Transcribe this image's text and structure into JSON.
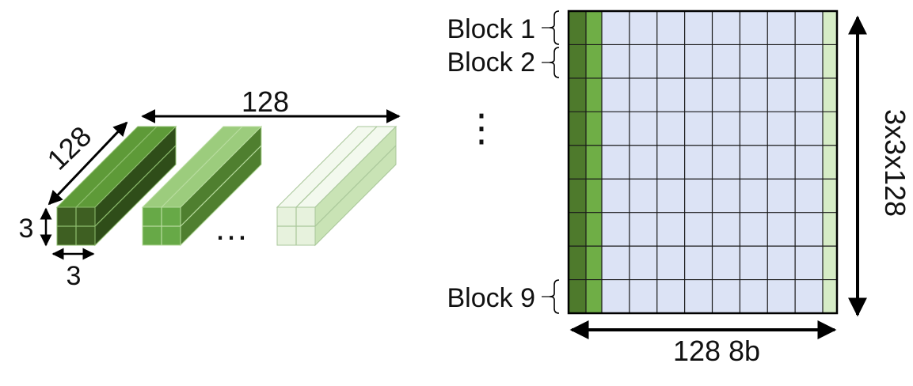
{
  "left_diagram": {
    "width_label": "128",
    "depth_label": "128",
    "height_label": "3",
    "base_label": "3",
    "ellipsis": "…",
    "kernel_colors": [
      {
        "front": "#3e5f22",
        "top": "#5e9a38",
        "side": "#2f4d19",
        "grid": "#8fbf6f"
      },
      {
        "front": "#67a947",
        "top": "#9ccc7d",
        "side": "#4f7f2f",
        "grid": "#b8dc9f"
      },
      {
        "front": "#e7f2dd",
        "top": "#f3f9ee",
        "side": "#c9e3b5",
        "grid": "#a9c79a"
      }
    ]
  },
  "right_diagram": {
    "block_labels": [
      {
        "text": "Block 1"
      },
      {
        "text": "Block 2"
      },
      {
        "text": "Block 9"
      }
    ],
    "vertical_ellipsis": "⋮",
    "height_label": "3x3x128",
    "width_label": "128 8b",
    "grid_rows": 9,
    "grid_cols": 8,
    "cell_fill": "#dce3f5",
    "column_colors": {
      "first": "#4e7a2c",
      "second": "#6fae46",
      "last": "#d6ecc6"
    }
  }
}
